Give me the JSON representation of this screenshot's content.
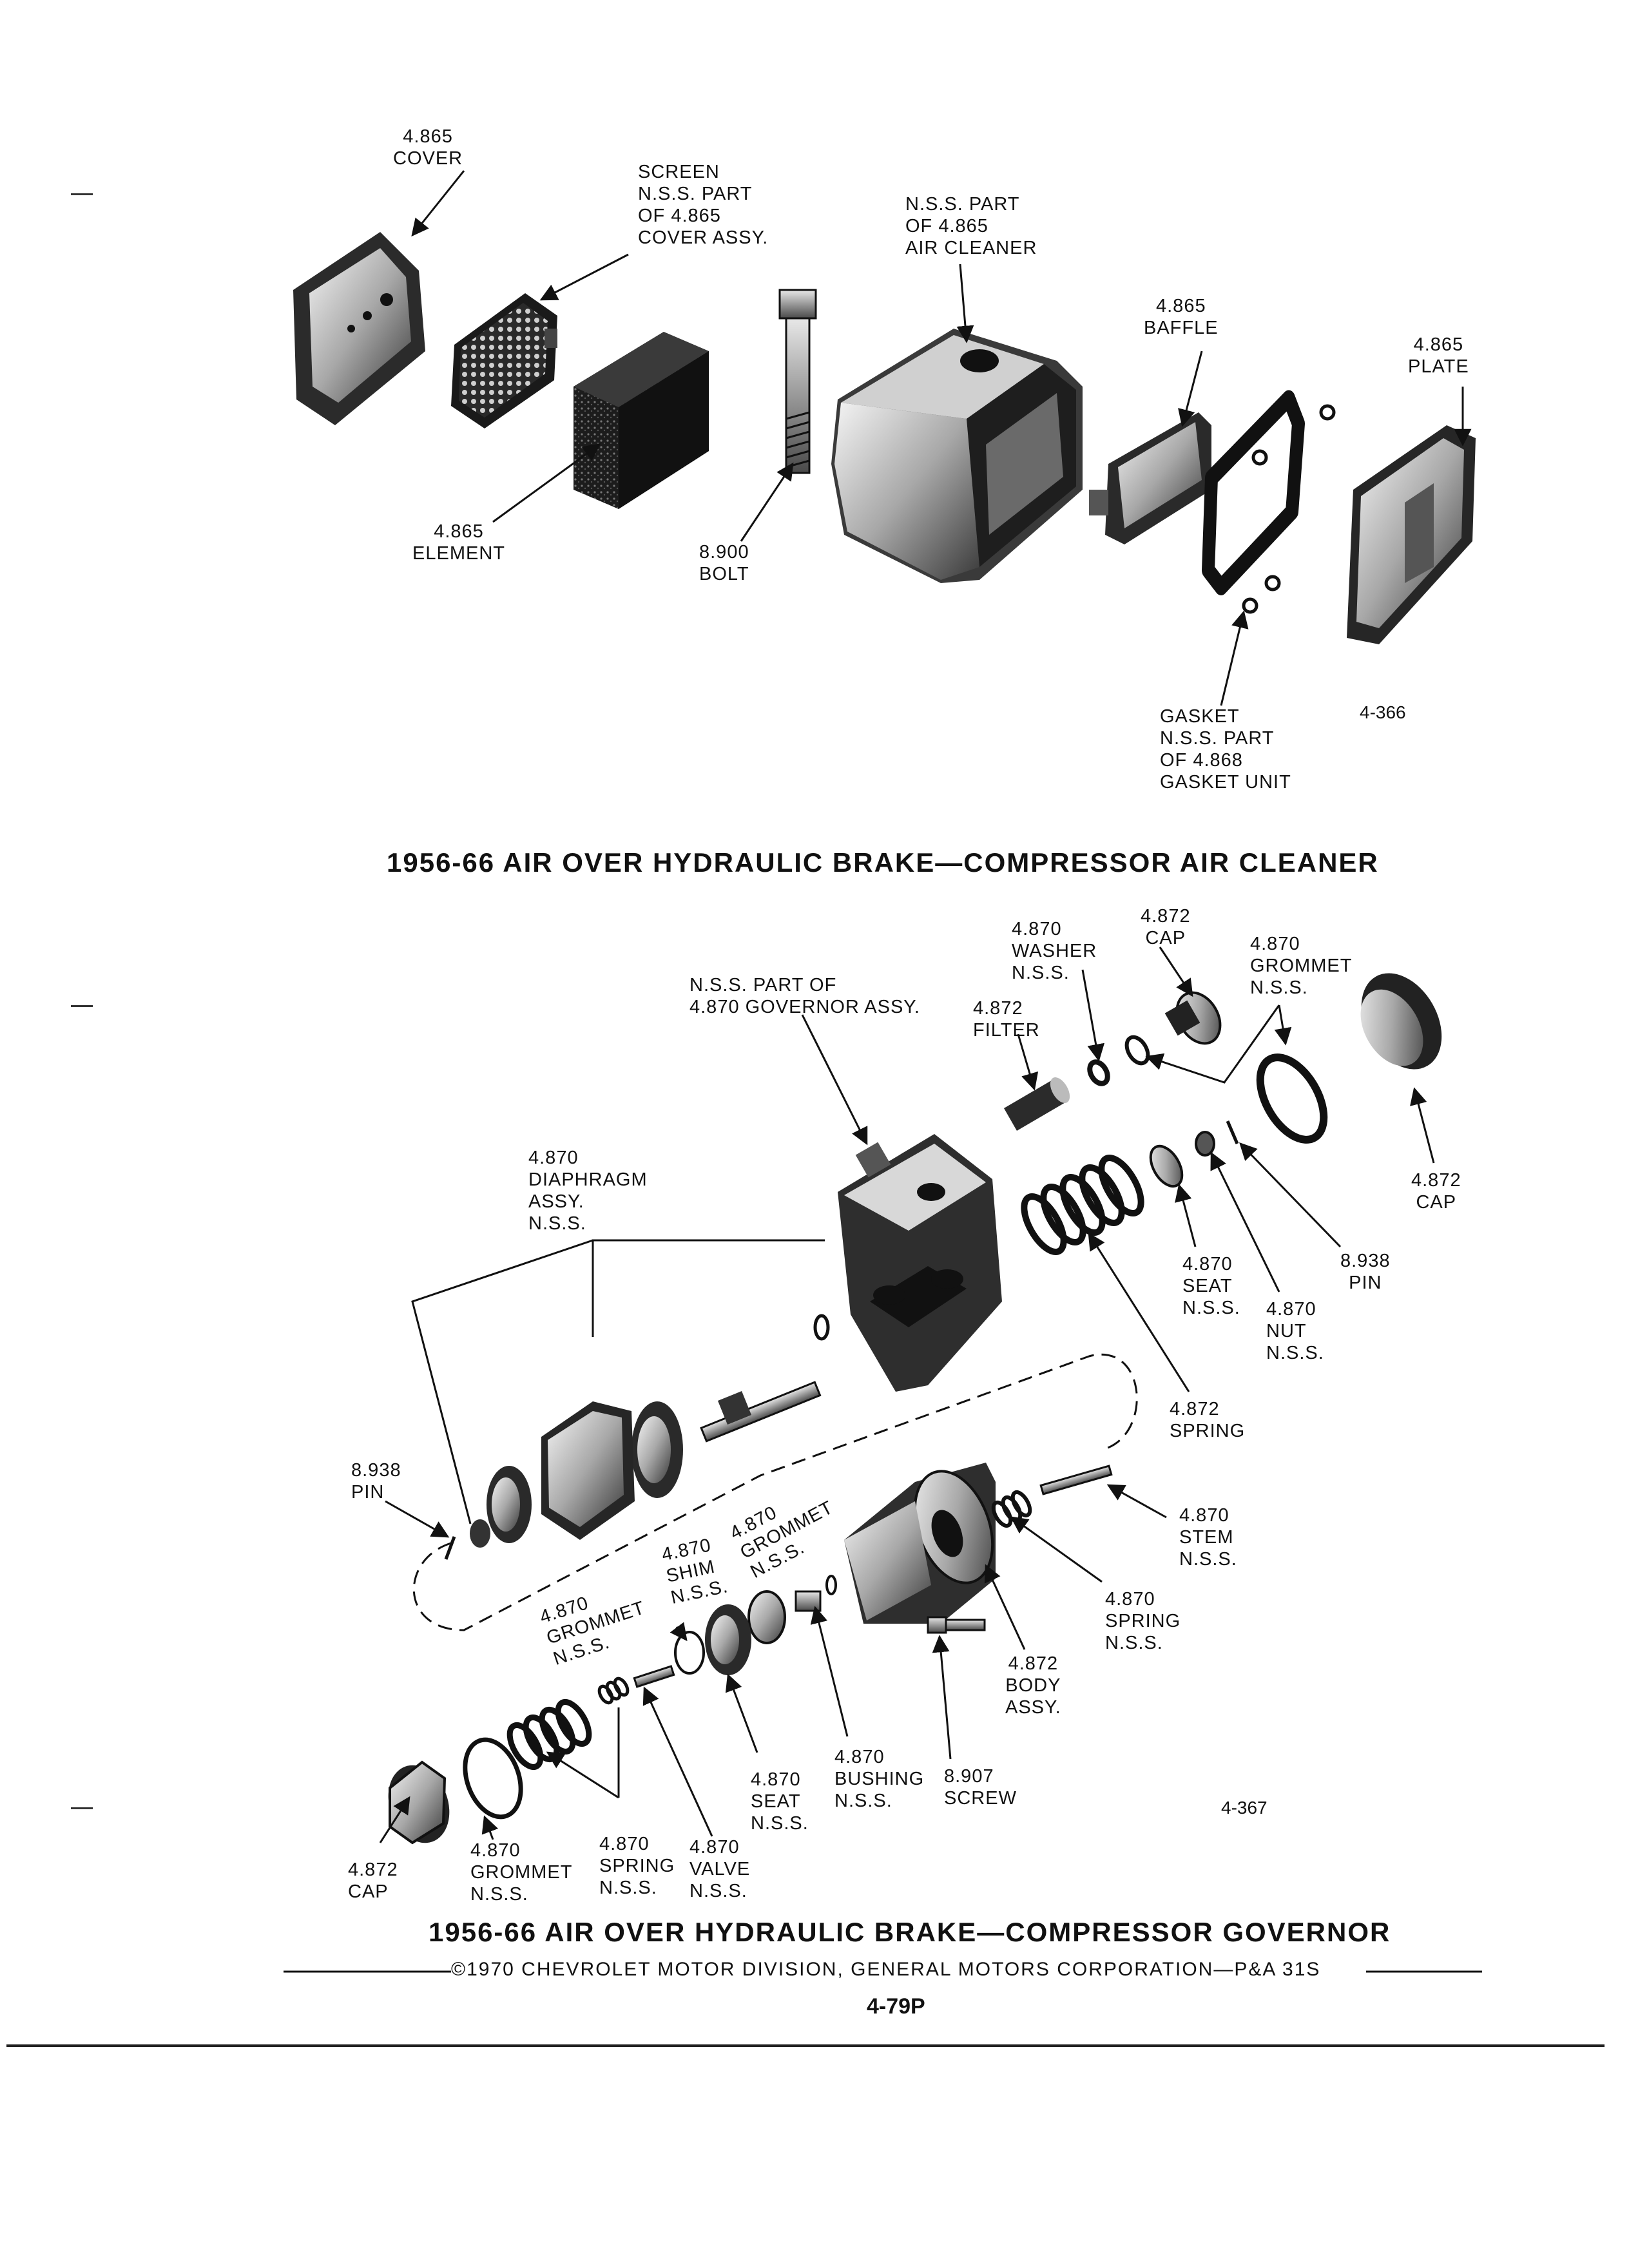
{
  "figure1": {
    "figure_number": "4-366",
    "title": "1956-66 AIR OVER HYDRAULIC BRAKE—COMPRESSOR AIR CLEANER",
    "labels": {
      "cover": "4.865\nCOVER",
      "screen": "SCREEN\nN.S.S. PART\nOF 4.865\nCOVER ASSY.",
      "nss_air_cleaner": "N.S.S. PART\nOF 4.865\nAIR CLEANER",
      "baffle": "4.865\nBAFFLE",
      "plate": "4.865\nPLATE",
      "element": "4.865\nELEMENT",
      "bolt": "8.900\nBOLT",
      "gasket": "GASKET\nN.S.S. PART\nOF 4.868\nGASKET UNIT"
    }
  },
  "figure2": {
    "figure_number": "4-367",
    "title": "1956-66 AIR OVER HYDRAULIC BRAKE—COMPRESSOR GOVERNOR",
    "labels": {
      "washer": "4.870\nWASHER\nN.S.S.",
      "cap_top": "4.872\nCAP",
      "grommet_top": "4.870\nGROMMET\nN.S.S.",
      "nss_governor": "N.S.S. PART OF\n4.870 GOVERNOR ASSY.",
      "filter": "4.872\nFILTER",
      "diaphragm": "4.870\nDIAPHRAGM\nASSY.\nN.S.S.",
      "cap_right": "4.872\nCAP",
      "pin_right": "8.938\nPIN",
      "seat_top": "4.870\nSEAT\nN.S.S.",
      "nut": "4.870\nNUT\nN.S.S.",
      "spring_top": "4.872\nSPRING",
      "pin_left": "8.938\nPIN",
      "stem": "4.870\nSTEM\nN.S.S.",
      "grommet_mid": "4.870\nGROMMET\nN.S.S.",
      "shim": "4.870\nSHIM\nN.S.S.",
      "grommet_left": "4.870\nGROMMET\nN.S.S.",
      "spring_right": "4.870\nSPRING\nN.S.S.",
      "body": "4.872\nBODY\nASSY.",
      "bushing": "4.870\nBUSHING\nN.S.S.",
      "screw": "8.907\nSCREW",
      "seat_bottom": "4.870\nSEAT\nN.S.S.",
      "cap_bottom": "4.872\nCAP",
      "grommet_bottom": "4.870\nGROMMET\nN.S.S.",
      "spring_bottom": "4.870\nSPRING\nN.S.S.",
      "valve": "4.870\nVALVE\nN.S.S."
    }
  },
  "footer": {
    "copyright": "©1970 CHEVROLET MOTOR DIVISION, GENERAL MOTORS CORPORATION—P&A 31S",
    "page_number": "4-79P"
  }
}
